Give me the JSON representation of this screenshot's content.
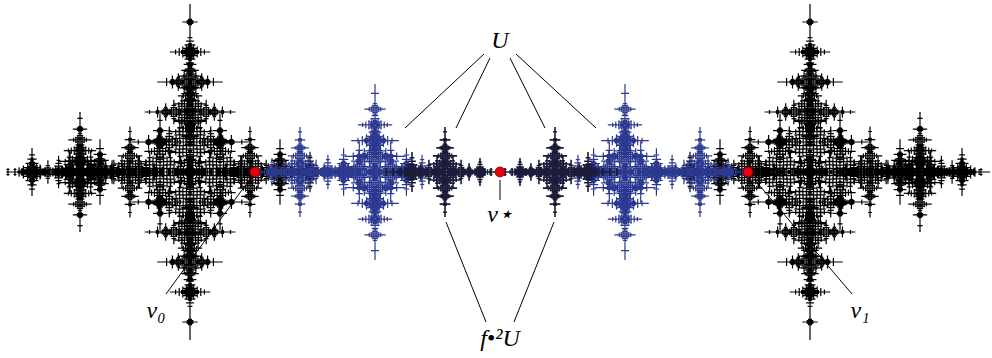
{
  "diagram": {
    "labels": [
      "U",
      "ν⋆",
      "ν₀",
      "ν₁",
      "f•²U"
    ]
  }
}
